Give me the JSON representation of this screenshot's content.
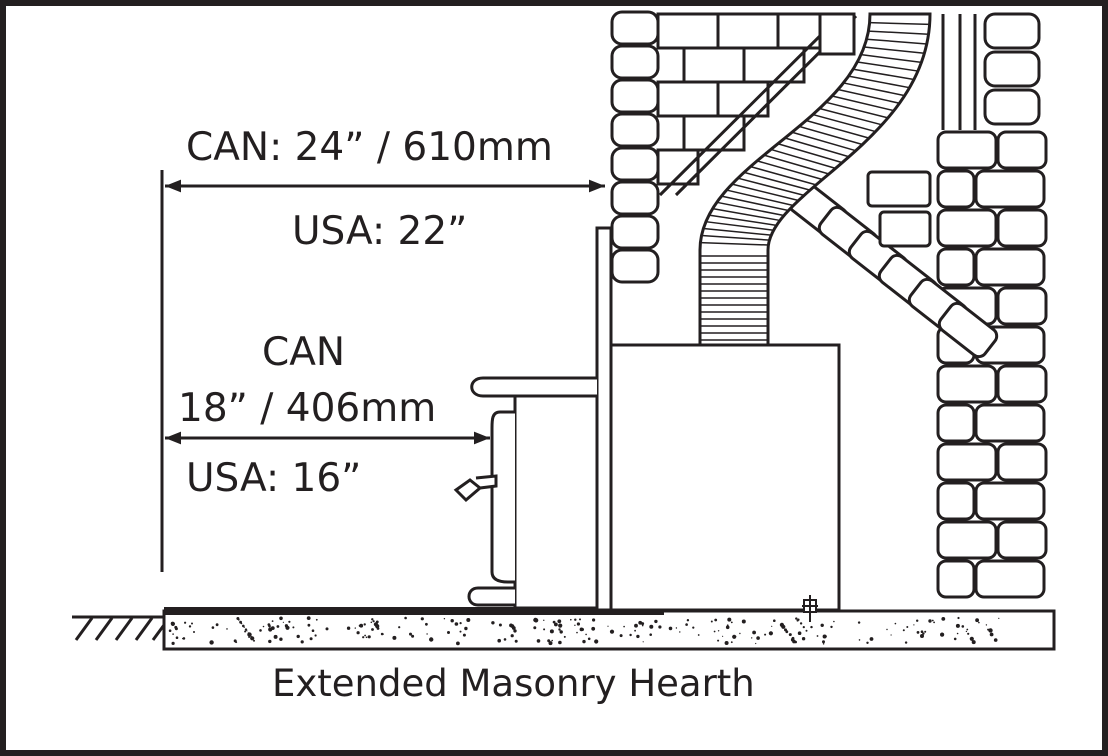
{
  "diagram": {
    "top_clearance": {
      "canada_label": "CAN:  24” / 610mm",
      "usa_label": "USA:  22”"
    },
    "side_clearance": {
      "canada_label": "CAN",
      "canada_value": "18” / 406mm",
      "usa_label": "USA:  16”"
    },
    "caption": "Extended Masonry Hearth"
  },
  "colors": {
    "ink": "#231f20",
    "background": "#ffffff"
  }
}
